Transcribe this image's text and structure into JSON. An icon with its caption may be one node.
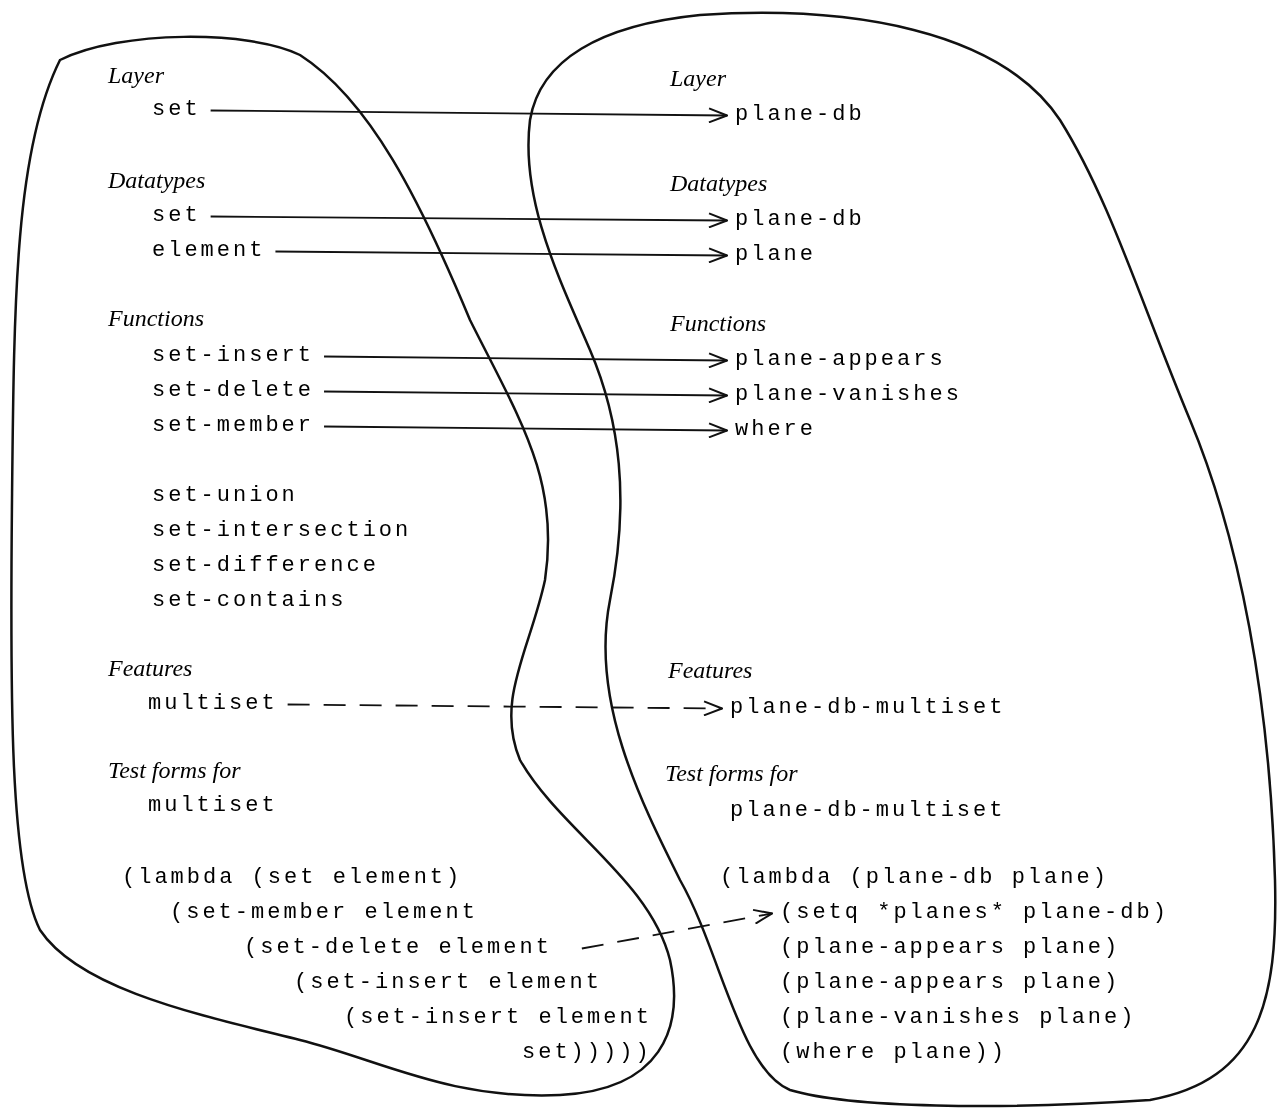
{
  "diagram": {
    "nodes": [
      {
        "text": [],
        "shape": "blob"
      },
      {
        "text": [
          "set"
        ],
        "in": 0
      },
      {
        "text": [
          "set"
        ],
        "in": 0
      },
      {
        "text": [
          "element"
        ],
        "in": 0
      },
      {
        "text": [
          "set-insert"
        ],
        "in": 0
      },
      {
        "text": [
          "set-delete"
        ],
        "in": 0
      },
      {
        "text": [
          "set-member"
        ],
        "in": 0
      },
      {
        "text": [
          "multiset"
        ],
        "in": 0
      },
      {
        "text": [
          "(lambda (set element)",
          "(set-member element",
          "(set-delete element",
          "(set-insert element",
          "(set-insert element",
          "set)))))"
        ],
        "in": 0
      },
      {
        "text": [],
        "shape": "blob"
      },
      {
        "text": [
          "plane-db"
        ],
        "in": 9
      },
      {
        "text": [
          "plane-db"
        ],
        "in": 9
      },
      {
        "text": [
          "plane"
        ],
        "in": 9
      },
      {
        "text": [
          "plane-appears"
        ],
        "in": 9
      },
      {
        "text": [
          "plane-vanishes"
        ],
        "in": 9
      },
      {
        "text": [
          "where"
        ],
        "in": 9
      },
      {
        "text": [
          "plane-db-multiset"
        ],
        "in": 9
      },
      {
        "text": [
          "(lambda (plane-db plane)",
          "(setq *planes* plane-db)",
          "(plane-appears plane)",
          "(plane-appears plane)",
          "(plane-vanishes plane)",
          "(where plane))"
        ],
        "in": 9
      }
    ],
    "edges": [
      {
        "from": 1,
        "to": 10,
        "arrow": "to"
      },
      {
        "from": 2,
        "to": 11,
        "arrow": "to"
      },
      {
        "from": 3,
        "to": 12,
        "arrow": "to"
      },
      {
        "from": 4,
        "to": 13,
        "arrow": "to"
      },
      {
        "from": 5,
        "to": 14,
        "arrow": "to"
      },
      {
        "from": 6,
        "to": 15,
        "arrow": "to"
      },
      {
        "from": 7,
        "to": 16,
        "arrow": "to",
        "style": "dashed"
      },
      {
        "from": 8,
        "to": 17,
        "arrow": "to",
        "style": "dashed"
      }
    ],
    "labels": [
      "Layer",
      "Layer",
      "Datatypes",
      "Datatypes",
      "Functions",
      "Functions",
      "set-union",
      "set-intersection",
      "set-difference",
      "set-contains",
      "Features",
      "Features",
      "Test forms for",
      "Test forms for",
      "multiset",
      "plane-db-multiset"
    ]
  }
}
